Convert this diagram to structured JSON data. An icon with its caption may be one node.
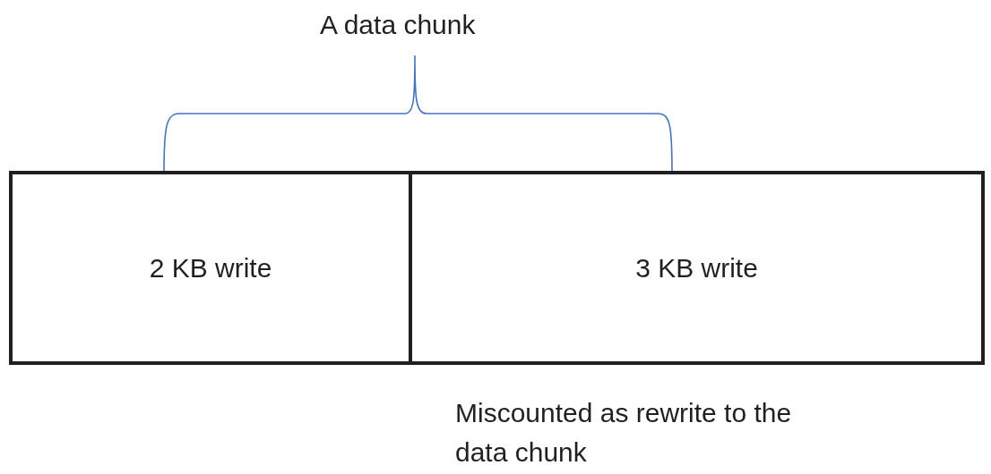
{
  "diagram": {
    "nodes": [
      {
        "text": [
          "2 KB write"
        ]
      },
      {
        "text": [
          "3 KB write"
        ]
      }
    ],
    "labels": [
      "A data chunk",
      "Miscounted as rewrite to the data chunk"
    ]
  }
}
